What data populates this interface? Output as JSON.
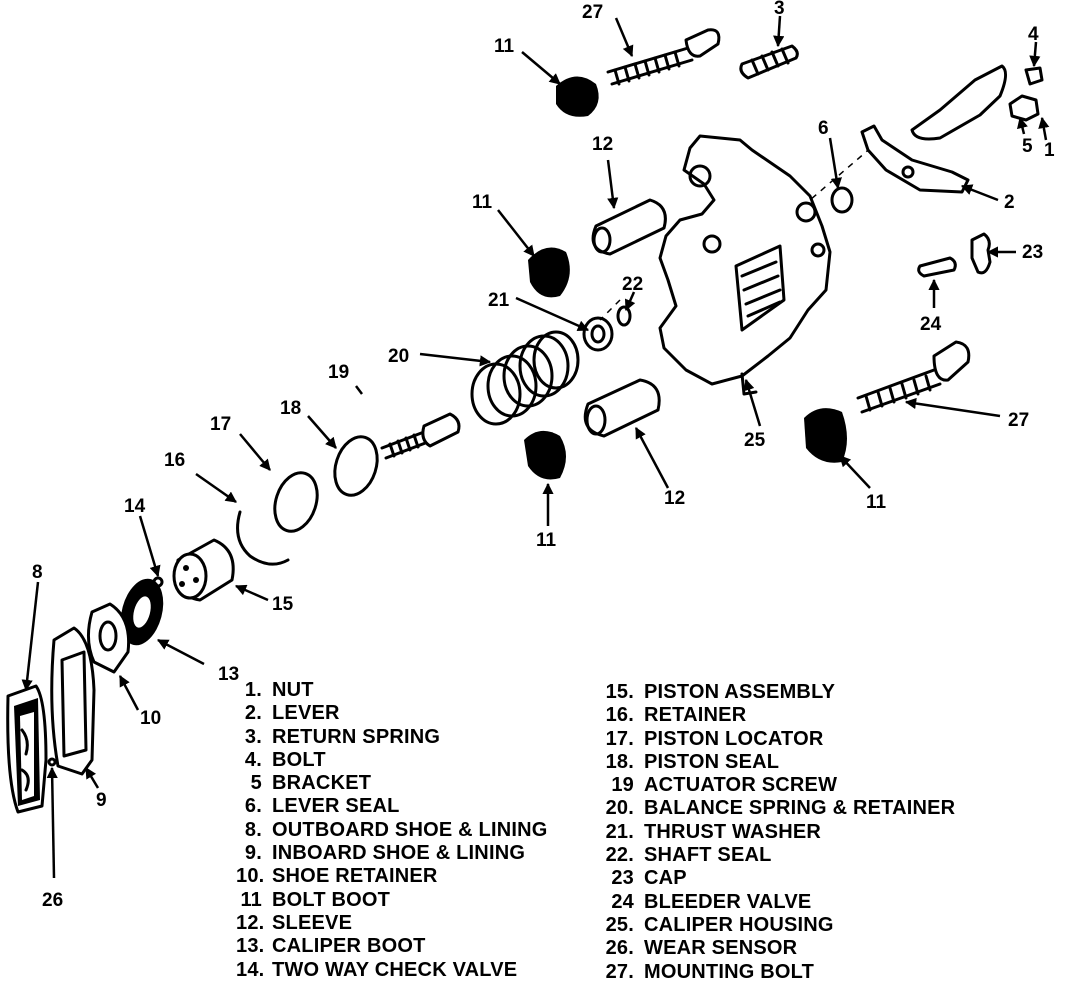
{
  "callouts": {
    "c27_top": "27",
    "c3": "3",
    "c4": "4",
    "c11_top": "11",
    "c5": "5",
    "c1": "1",
    "c6": "6",
    "c12_top": "12",
    "c2": "2",
    "c11_mid": "11",
    "c23": "23",
    "c22": "22",
    "c21": "21",
    "c24": "24",
    "c20": "20",
    "c19": "19",
    "c18": "18",
    "c27_bot": "27",
    "c17": "17",
    "c25": "25",
    "c16": "16",
    "c12_bot": "12",
    "c11_right": "11",
    "c14": "14",
    "c11_bot": "11",
    "c8": "8",
    "c15": "15",
    "c13": "13",
    "c10": "10",
    "c9": "9",
    "c26": "26"
  },
  "legend_left": [
    {
      "num": "1.",
      "label": "NUT"
    },
    {
      "num": "2.",
      "label": "LEVER"
    },
    {
      "num": "3.",
      "label": "RETURN SPRING"
    },
    {
      "num": "4.",
      "label": "BOLT"
    },
    {
      "num": "5",
      "label": "BRACKET"
    },
    {
      "num": "6.",
      "label": "LEVER SEAL"
    },
    {
      "num": "8.",
      "label": "OUTBOARD SHOE & LINING"
    },
    {
      "num": "9.",
      "label": "INBOARD SHOE & LINING"
    },
    {
      "num": "10.",
      "label": "SHOE RETAINER"
    },
    {
      "num": "11",
      "label": "BOLT BOOT"
    },
    {
      "num": "12.",
      "label": "SLEEVE"
    },
    {
      "num": "13.",
      "label": "CALIPER BOOT"
    },
    {
      "num": "14.",
      "label": "TWO WAY CHECK VALVE"
    }
  ],
  "legend_right": [
    {
      "num": "15.",
      "label": "PISTON ASSEMBLY"
    },
    {
      "num": "16.",
      "label": "RETAINER"
    },
    {
      "num": "17.",
      "label": "PISTON LOCATOR"
    },
    {
      "num": "18.",
      "label": "PISTON SEAL"
    },
    {
      "num": "19",
      "label": "ACTUATOR SCREW"
    },
    {
      "num": "20.",
      "label": "BALANCE SPRING & RETAINER"
    },
    {
      "num": "21.",
      "label": "THRUST WASHER"
    },
    {
      "num": "22.",
      "label": "SHAFT SEAL"
    },
    {
      "num": "23",
      "label": "CAP"
    },
    {
      "num": "24",
      "label": "BLEEDER VALVE"
    },
    {
      "num": "25.",
      "label": "CALIPER HOUSING"
    },
    {
      "num": "26.",
      "label": "WEAR SENSOR"
    },
    {
      "num": "27.",
      "label": "MOUNTING BOLT"
    }
  ]
}
